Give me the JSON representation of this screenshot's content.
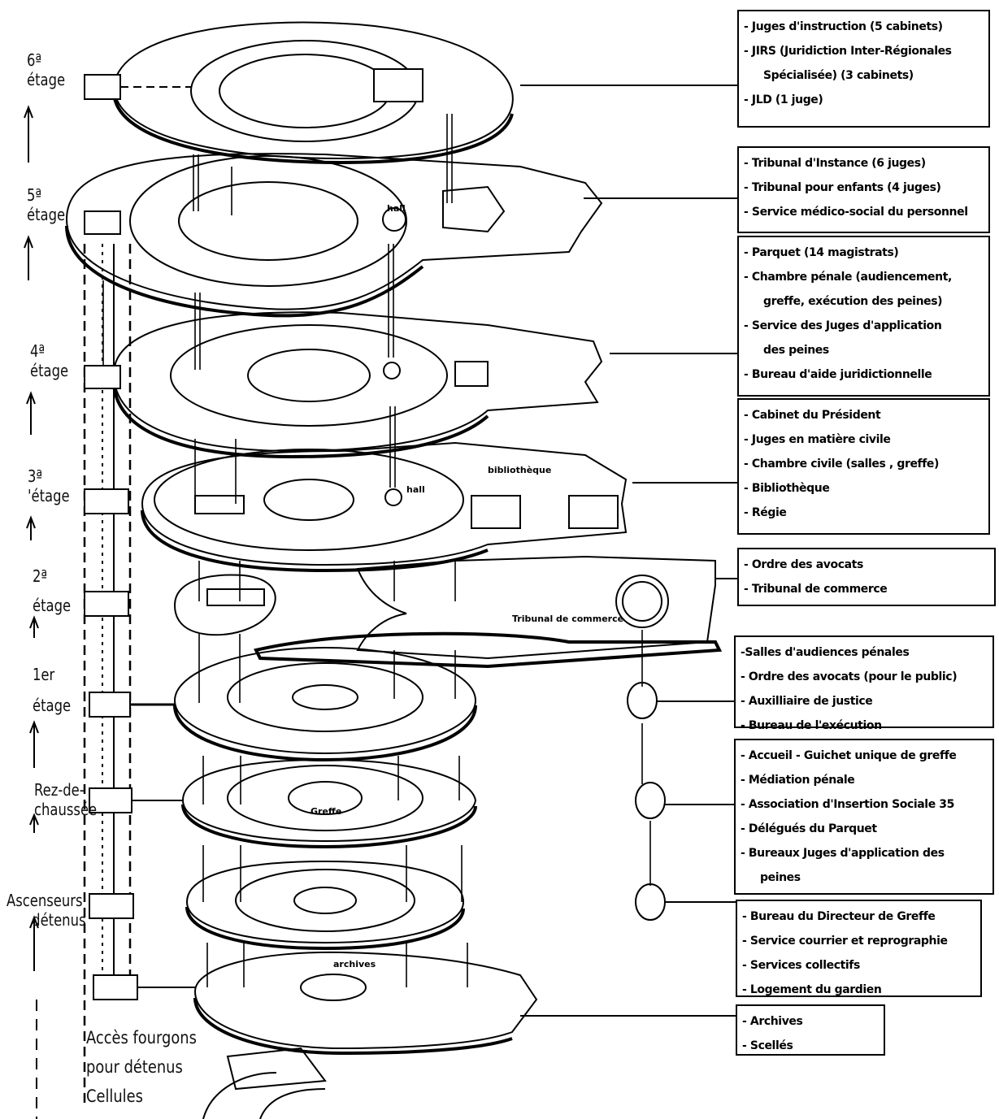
{
  "floors": [
    {
      "id": "6",
      "num": "6ª",
      "word": "étage"
    },
    {
      "id": "5",
      "num": "5ª",
      "word": "étage"
    },
    {
      "id": "4",
      "num": "4ª",
      "word": "étage"
    },
    {
      "id": "3",
      "num": "3ª",
      "word": "'étage"
    },
    {
      "id": "2",
      "num": "2ª",
      "word": "étage"
    },
    {
      "id": "1",
      "num": "1er",
      "word": "étage"
    },
    {
      "id": "rdc",
      "line1": "Rez-de-",
      "line2": "chaussée"
    },
    {
      "id": "asc",
      "line1": "Ascenseurs",
      "line2": "détenus"
    }
  ],
  "bottom_labels": [
    "Accès fourgons",
    "pour détenus",
    "Cellules"
  ],
  "boxes": [
    {
      "id": "6",
      "lines": [
        {
          "text": "- Juges d'instruction (5 cabinets)"
        },
        {
          "text": "- JIRS (Juridiction Inter-Régionales"
        },
        {
          "text": "Spécialisée) (3 cabinets)",
          "cont": true
        },
        {
          "text": "- JLD (1 juge)"
        }
      ]
    },
    {
      "id": "5",
      "lines": [
        {
          "text": "- Tribunal d'Instance (6 juges)"
        },
        {
          "text": "- Tribunal pour enfants (4 juges)"
        },
        {
          "text": "- Service médico-social du personnel"
        }
      ]
    },
    {
      "id": "4",
      "lines": [
        {
          "text": "- Parquet (14 magistrats)"
        },
        {
          "text": "- Chambre pénale (audiencement,"
        },
        {
          "text": "greffe, exécution des peines)",
          "cont": true
        },
        {
          "text": "- Service des Juges d'application"
        },
        {
          "text": "des peines",
          "cont": true
        },
        {
          "text": "- Bureau d'aide juridictionnelle"
        }
      ]
    },
    {
      "id": "3",
      "lines": [
        {
          "text": "- Cabinet du Président"
        },
        {
          "text": "- Juges en matière civile"
        },
        {
          "text": "- Chambre civile (salles , greffe)"
        },
        {
          "text": "- Bibliothèque"
        },
        {
          "text": "- Régie"
        }
      ]
    },
    {
      "id": "2",
      "lines": [
        {
          "text": "- Ordre des avocats"
        },
        {
          "text": "- Tribunal de commerce"
        }
      ]
    },
    {
      "id": "1",
      "lines": [
        {
          "text": "-Salles d'audiences pénales"
        },
        {
          "text": "- Ordre des avocats (pour le public)"
        },
        {
          "text": "- Auxilliaire de justice"
        },
        {
          "text": "- Bureau de l'exécution"
        }
      ]
    },
    {
      "id": "rdc",
      "lines": [
        {
          "text": "- Accueil - Guichet unique de greffe"
        },
        {
          "text": "- Médiation pénale"
        },
        {
          "text": "- Association d'Insertion Sociale 35"
        },
        {
          "text": "- Délégués du Parquet"
        },
        {
          "text": "- Bureaux Juges d'application des"
        },
        {
          "text": "peines",
          "cont": true
        }
      ]
    },
    {
      "id": "m1",
      "lines": [
        {
          "text": "- Bureau du Directeur de Greffe"
        },
        {
          "text": "- Service courrier et reprographie"
        },
        {
          "text": "- Services collectifs"
        },
        {
          "text": "- Logement du gardien"
        }
      ]
    },
    {
      "id": "m2",
      "lines": [
        {
          "text": "- Archives"
        },
        {
          "text": "- Scellés"
        }
      ]
    }
  ],
  "plan_labels": {
    "hall": "hall",
    "bibliotheque": "bibliothèque",
    "greffe": "Greffe",
    "tribunal_commerce": "Tribunal de commerce",
    "archives": "archives"
  }
}
